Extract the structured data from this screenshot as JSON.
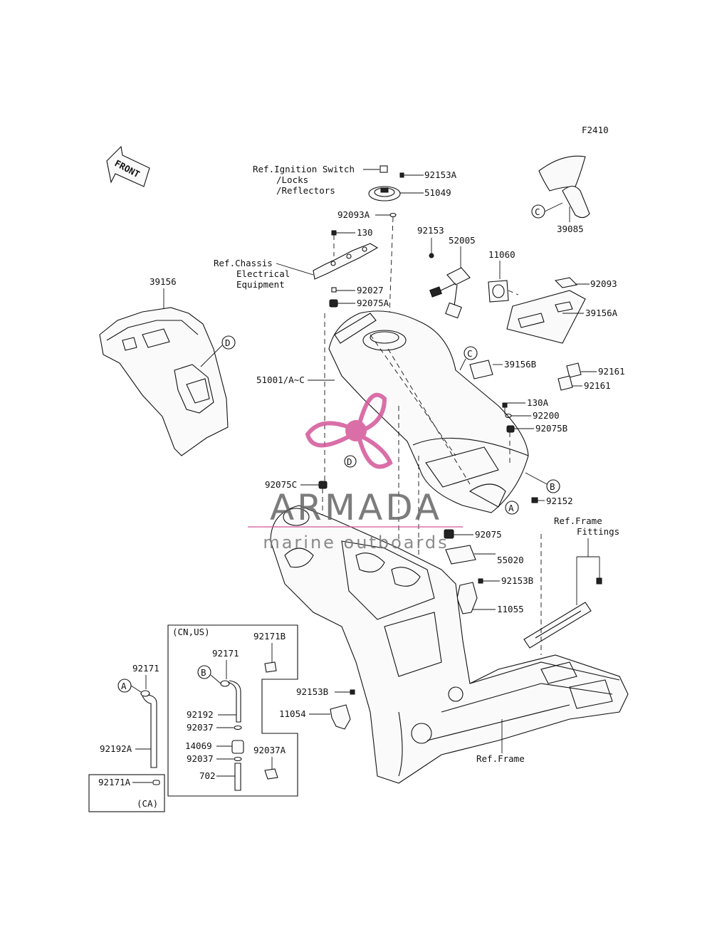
{
  "figure_code": "F2410",
  "front_label": "FRONT",
  "refs": {
    "ignition": [
      "Ref.Ignition Switch",
      "/Locks",
      "/Reflectors"
    ],
    "chassis": [
      "Ref.Chassis",
      "Electrical",
      "Equipment"
    ],
    "frame_fittings": [
      "Ref.Frame",
      "Fittings"
    ],
    "frame": "Ref.Frame"
  },
  "parts": {
    "p92153A": "92153A",
    "p51049": "51049",
    "p92093A": "92093A",
    "p130": "130",
    "p92153": "92153",
    "p52005": "52005",
    "p11060": "11060",
    "p39085": "39085",
    "p92093": "92093",
    "p39156A": "39156A",
    "p39156": "39156",
    "p92027": "92027",
    "p92075A": "92075A",
    "p51001": "51001/A~C",
    "p39156B": "39156B",
    "p92161a": "92161",
    "p92161b": "92161",
    "p130A": "130A",
    "p92200": "92200",
    "p92075B": "92075B",
    "p92075C": "92075C",
    "p92152": "92152",
    "p92075": "92075",
    "p55020": "55020",
    "p92153B_a": "92153B",
    "p11055": "11055",
    "p92153B_b": "92153B",
    "p11054": "11054",
    "p92171": "92171",
    "p92192A": "92192A",
    "p92171A": "92171A"
  },
  "callouts": {
    "A": "A",
    "B": "B",
    "C": "C",
    "D": "D"
  },
  "inset_cnus": {
    "title": "(CN,US)",
    "p92171B": "92171B",
    "p92171": "92171",
    "p92192": "92192",
    "p92037a": "92037",
    "p14069": "14069",
    "p92037b": "92037",
    "p702": "702",
    "p92037A": "92037A"
  },
  "inset_ca": {
    "title": "(CA)",
    "p92171A": "92171A"
  },
  "watermark": {
    "brand": "ARMADA",
    "tagline": "marine outboards",
    "color": "#d4569a"
  }
}
